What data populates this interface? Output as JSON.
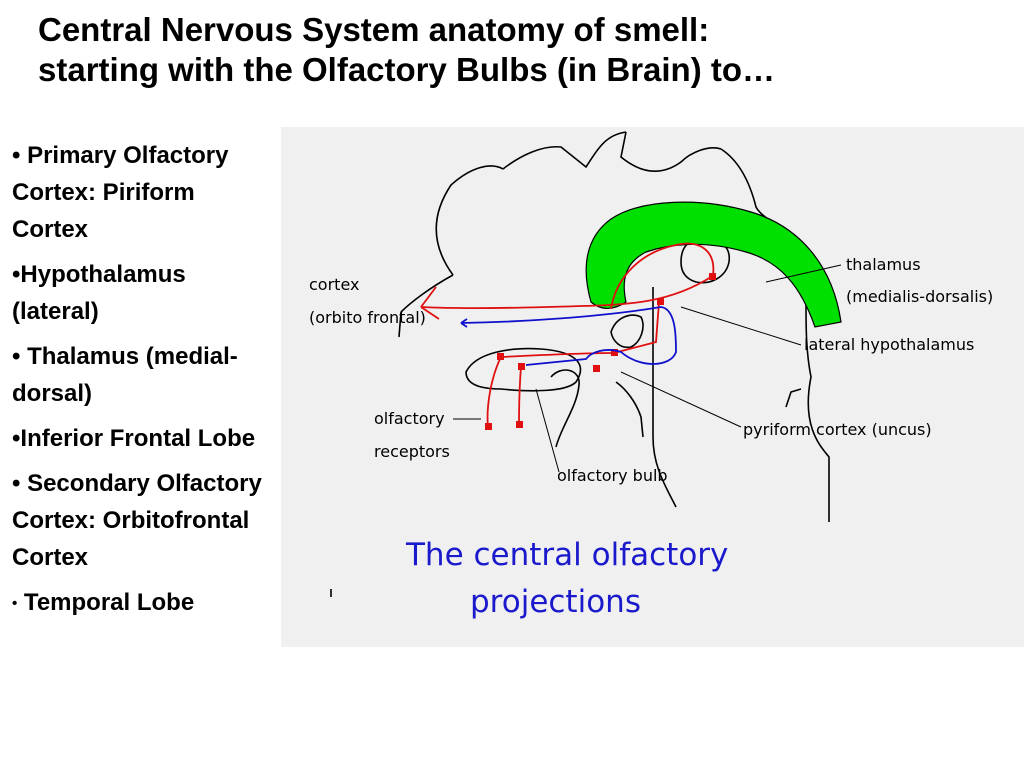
{
  "title": {
    "line1": "Central Nervous System anatomy of smell:",
    "line2": "starting with the Olfactory Bulbs (in Brain) to…"
  },
  "bullets": [
    {
      "dot": "•",
      "text": " Primary Olfactory Cortex: Piriform Cortex"
    },
    {
      "dot": "•",
      "text": "Hypothalamus (lateral)"
    },
    {
      "dot": "•",
      "text": " Thalamus (medial-dorsal)"
    },
    {
      "dot": "•",
      "text": "Inferior Frontal Lobe"
    },
    {
      "dot": "•",
      "text": " Secondary Olfactory Cortex: Orbitofrontal Cortex"
    },
    {
      "dot": "•",
      "text": " Temporal Lobe"
    }
  ],
  "figure": {
    "labels": {
      "cortex": "cortex",
      "orbito_frontal": "(orbito frontal)",
      "thalamus": "thalamus",
      "medialis_dorsalis": "(medialis-dorsalis)",
      "lateral_hypothalamus": "lateral hypothalamus",
      "olfactory": "olfactory",
      "receptors": "receptors",
      "pyriform_cortex": "pyriform cortex (uncus)",
      "olfactory_bulb": "olfactory bulb"
    },
    "caption": {
      "line1": "The central olfactory",
      "line2": "projections"
    },
    "colors": {
      "thalamus_fill": "#00e000",
      "red_pathway": "#e01010",
      "blue_pathway": "#1010cc",
      "caption": "#1a1acc",
      "background": "#f0f0f0"
    }
  }
}
